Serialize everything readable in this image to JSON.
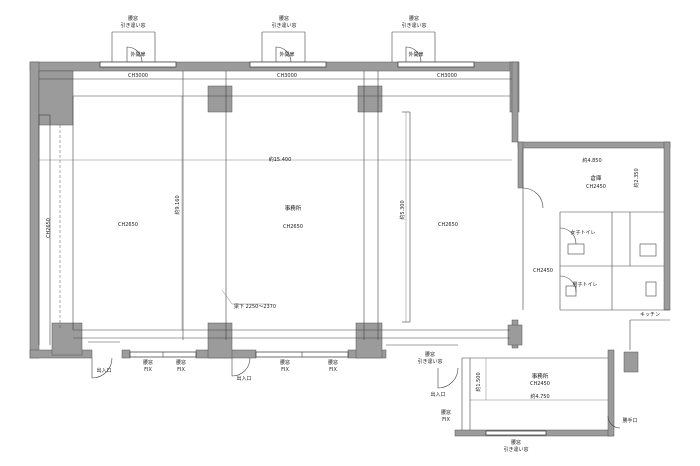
{
  "sash_labels": {
    "top_left": [
      "腰窓",
      "引き違い窓"
    ],
    "top_mid": [
      "腰窓",
      "引き違い窓"
    ],
    "top_right": [
      "腰窓",
      "引き違い窓"
    ],
    "lower_office": [
      "腰窓",
      "引き違い窓"
    ],
    "bottom_lower": [
      "腰窓",
      "引き違い窓"
    ],
    "left_small": [
      "腰窓",
      "FIX"
    ],
    "entry_left_fix": [
      "腰窓",
      "FIX"
    ],
    "right_fix_1": [
      "腰窓",
      "FIX"
    ],
    "right_fix_2": [
      "腰窓",
      "FIX"
    ],
    "lower_office_fix": [
      "腰窓",
      "FIX"
    ]
  },
  "openings": {
    "outward_1": "外開扉",
    "outward_2": "外開扉",
    "outward_3": "外開扉",
    "entrance_1": "出入口",
    "entrance_2": "出入口",
    "entrance_3": "出入口",
    "katsuteguchi": "勝手口"
  },
  "ceiling_top": [
    "CH3000",
    "CH3000",
    "CH3000"
  ],
  "main_room": {
    "name": "事務所",
    "ch": "CH2650",
    "ch_left": "CH2650",
    "ch_bay1": "CH2650",
    "ch_bay3": "CH2650",
    "width": "約15.400",
    "depth": "約9.160",
    "inner_depth": "約5.300",
    "beam": "梁下 2250〜2370"
  },
  "storage": {
    "name": "倉庫",
    "ch": "CH2450",
    "width": "約4.850",
    "depth": "約2.350"
  },
  "womens_wc": "女子トイレ",
  "mens_wc": "男子トイレ",
  "corridor_ch": "CH2450",
  "kitchen": "キッチン",
  "lower_office": {
    "name": "事務所",
    "ch": "CH2450",
    "width": "約4.750",
    "depth": "約1.500"
  }
}
